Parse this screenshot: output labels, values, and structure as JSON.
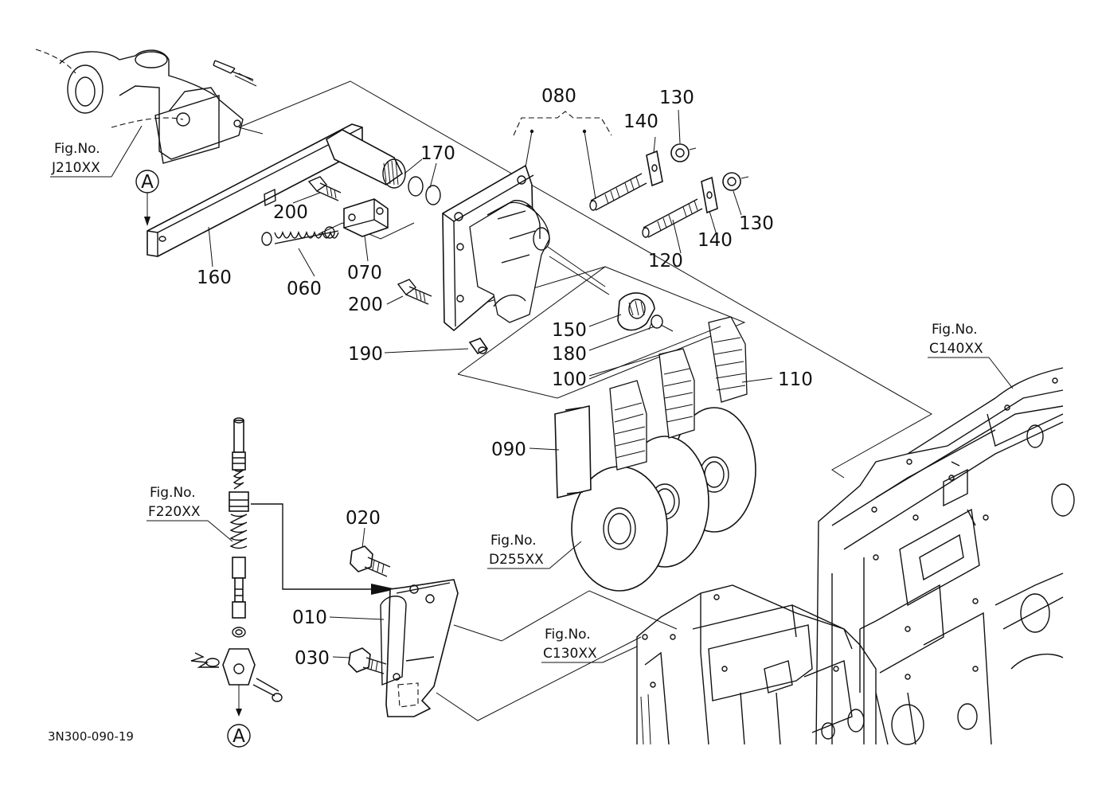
{
  "parts": {
    "p010": "010",
    "p020": "020",
    "p030": "030",
    "p060": "060",
    "p070": "070",
    "p080": "080",
    "p090": "090",
    "p100": "100",
    "p110": "110",
    "p120": "120",
    "p130a": "130",
    "p130b": "130",
    "p140a": "140",
    "p140b": "140",
    "p150": "150",
    "p160": "160",
    "p170": "170",
    "p180": "180",
    "p190": "190",
    "p200a": "200",
    "p200b": "200"
  },
  "figure_refs": {
    "j210": {
      "label": "Fig.No.",
      "code": "J210XX"
    },
    "c140": {
      "label": "Fig.No.",
      "code": "C140XX"
    },
    "f220": {
      "label": "Fig.No.",
      "code": "F220XX"
    },
    "d255": {
      "label": "Fig.No.",
      "code": "D255XX"
    },
    "c130": {
      "label": "Fig.No.",
      "code": "C130XX"
    }
  },
  "markers": {
    "top": "A",
    "bottom": "A"
  },
  "drawing_number": "3N300-090-19"
}
